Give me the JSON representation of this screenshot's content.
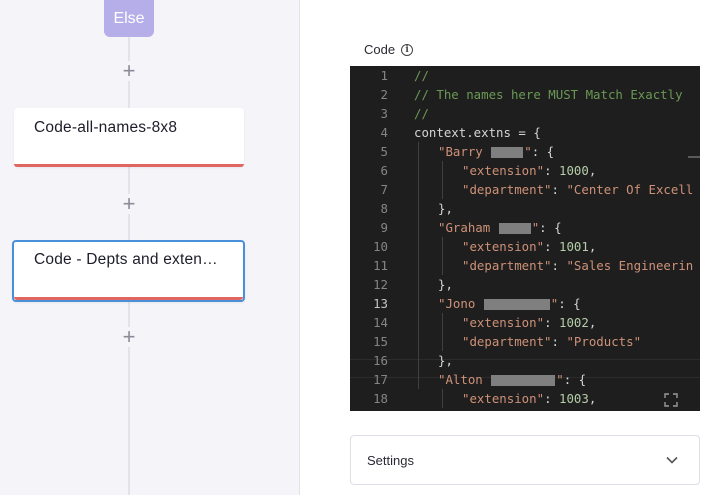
{
  "canvas": {
    "else_label": "Else",
    "nodes": [
      {
        "title": "Code-all-names-8x8"
      },
      {
        "title": "Code - Depts and extensions"
      }
    ],
    "plus_label": "+"
  },
  "panel": {
    "code_label": "Code",
    "info_symbol": "i",
    "settings_label": "Settings"
  },
  "editor": {
    "line_numbers": [
      "1",
      "2",
      "3",
      "4",
      "5",
      "6",
      "7",
      "8",
      "9",
      "10",
      "11",
      "12",
      "13",
      "14",
      "15",
      "16",
      "17",
      "18"
    ],
    "active_line": "13",
    "lines": {
      "l1": "//",
      "l2": "// The names here MUST Match Exactly",
      "l3": "//",
      "l4": "context.extns = {",
      "l5_key": "\"Barry ",
      "l5_end": "\"",
      "l5_rest": ": {",
      "l6_key": "\"extension\"",
      "l6_val": "1000",
      "l7_key": "\"department\"",
      "l7_val": "\"Center Of Excell",
      "l8": "},",
      "l9_key": "\"Graham ",
      "l9_end": "\"",
      "l9_rest": ": {",
      "l10_key": "\"extension\"",
      "l10_val": "1001",
      "l11_key": "\"department\"",
      "l11_val": "\"Sales Engineerin",
      "l12": "},",
      "l13_key": "\"Jono ",
      "l13_end": "\"",
      "l13_rest": ": {",
      "l14_key": "\"extension\"",
      "l14_val": "1002",
      "l15_key": "\"department\"",
      "l15_val": "\"Products\"",
      "l16": "},",
      "l17_key": "\"Alton ",
      "l17_end": "\"",
      "l17_rest": ": {",
      "l18_key": "\"extension\"",
      "l18_val": "1003"
    },
    "colors": {
      "background": "#1e1e1e",
      "comment": "#6a9955",
      "string": "#ce9178",
      "number": "#b5cea8",
      "text": "#d4d4d4"
    }
  },
  "colors": {
    "else_chip": "#b6aee9",
    "node_error_bar": "#e06662",
    "selected_border": "#4a90d9"
  }
}
